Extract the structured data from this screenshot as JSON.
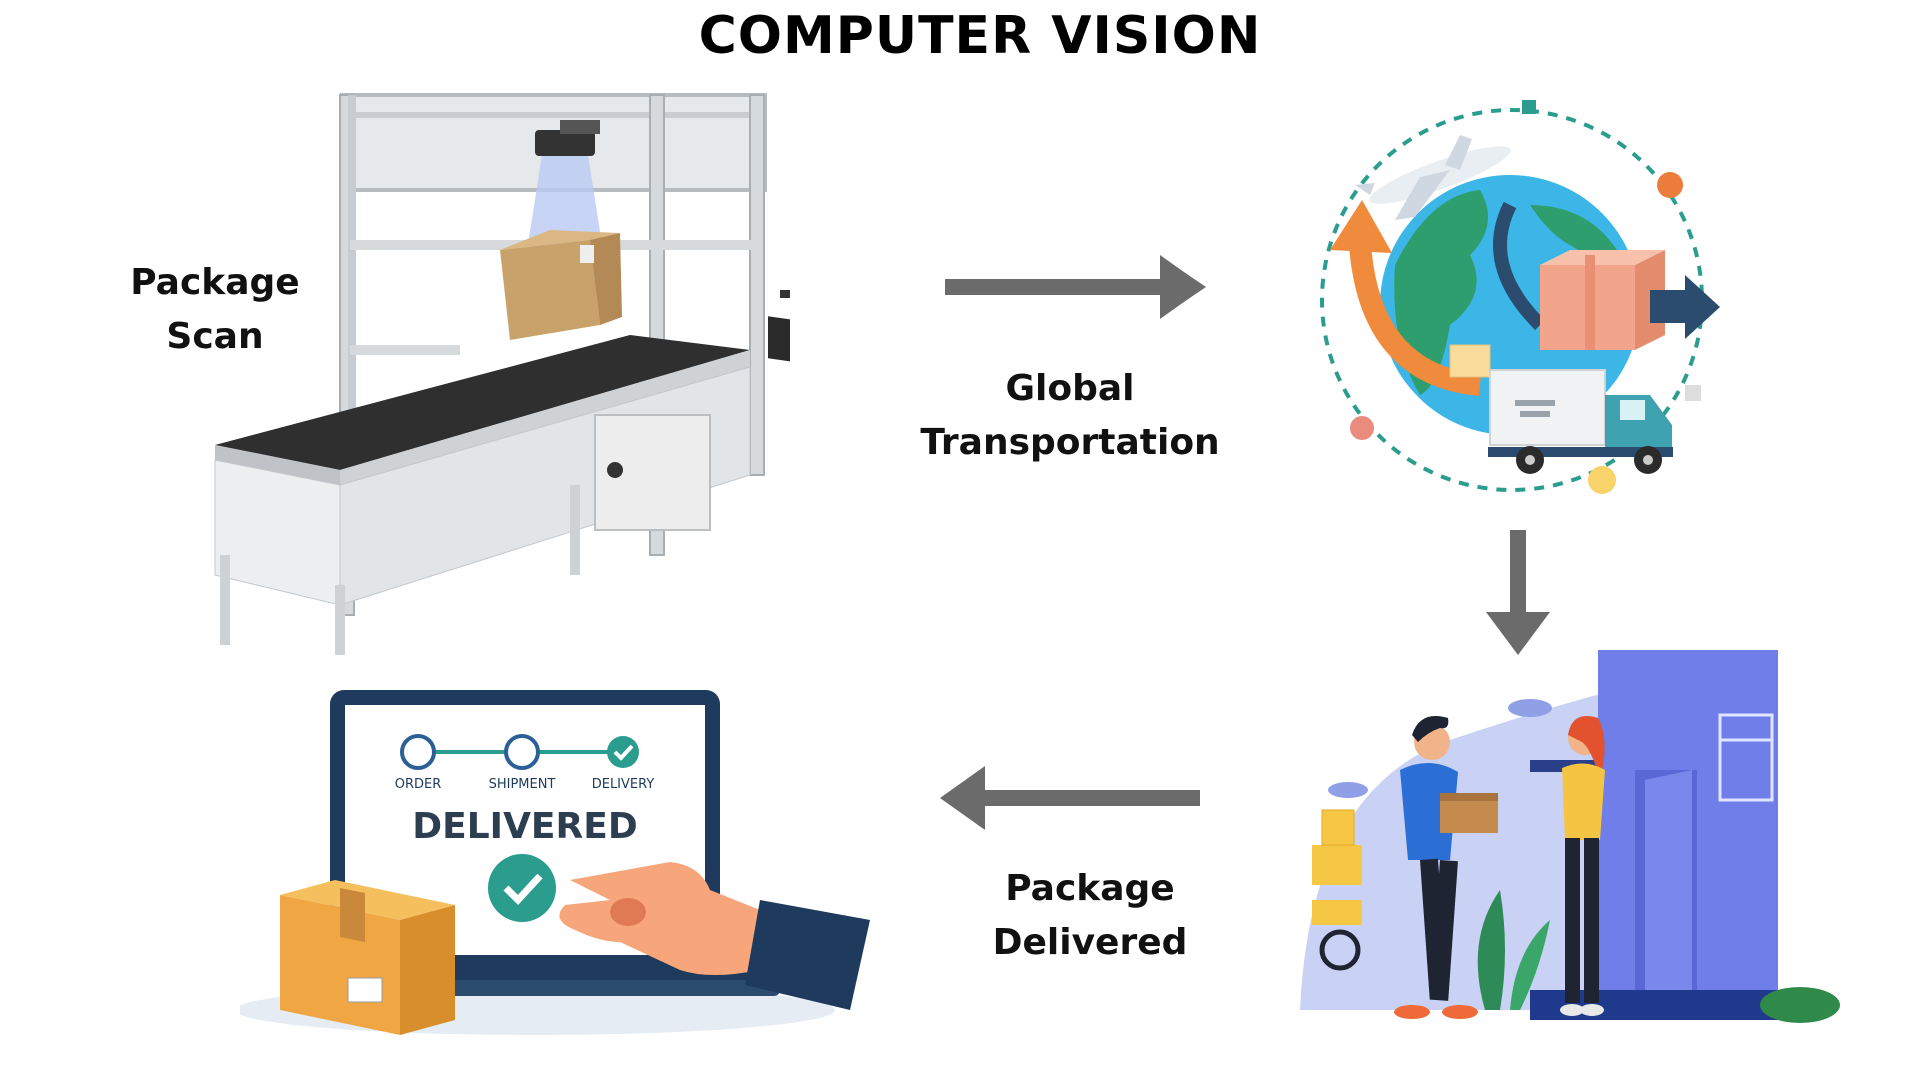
{
  "title": "COMPUTER VISION",
  "labels": {
    "package_scan": [
      "Package",
      "Scan"
    ],
    "global_transportation": [
      "Global",
      "Transportation"
    ],
    "package_delivered": [
      "Package",
      "Delivered"
    ]
  },
  "tracker": {
    "steps": [
      "ORDER",
      "SHIPMENT",
      "DELIVERY"
    ],
    "status": "DELIVERED"
  },
  "colors": {
    "arrow": "#6b6b6b",
    "teal": "#2a9d8f",
    "ocean": "#3bb6e6",
    "land": "#2e9e6e",
    "box": "#f0a642",
    "navy": "#1e3a5c",
    "building": "#6f7ee8"
  },
  "icons": [
    "conveyor-scanner-illustration",
    "globe-logistics-illustration",
    "delivery-handover-illustration",
    "laptop-delivered-illustration"
  ]
}
